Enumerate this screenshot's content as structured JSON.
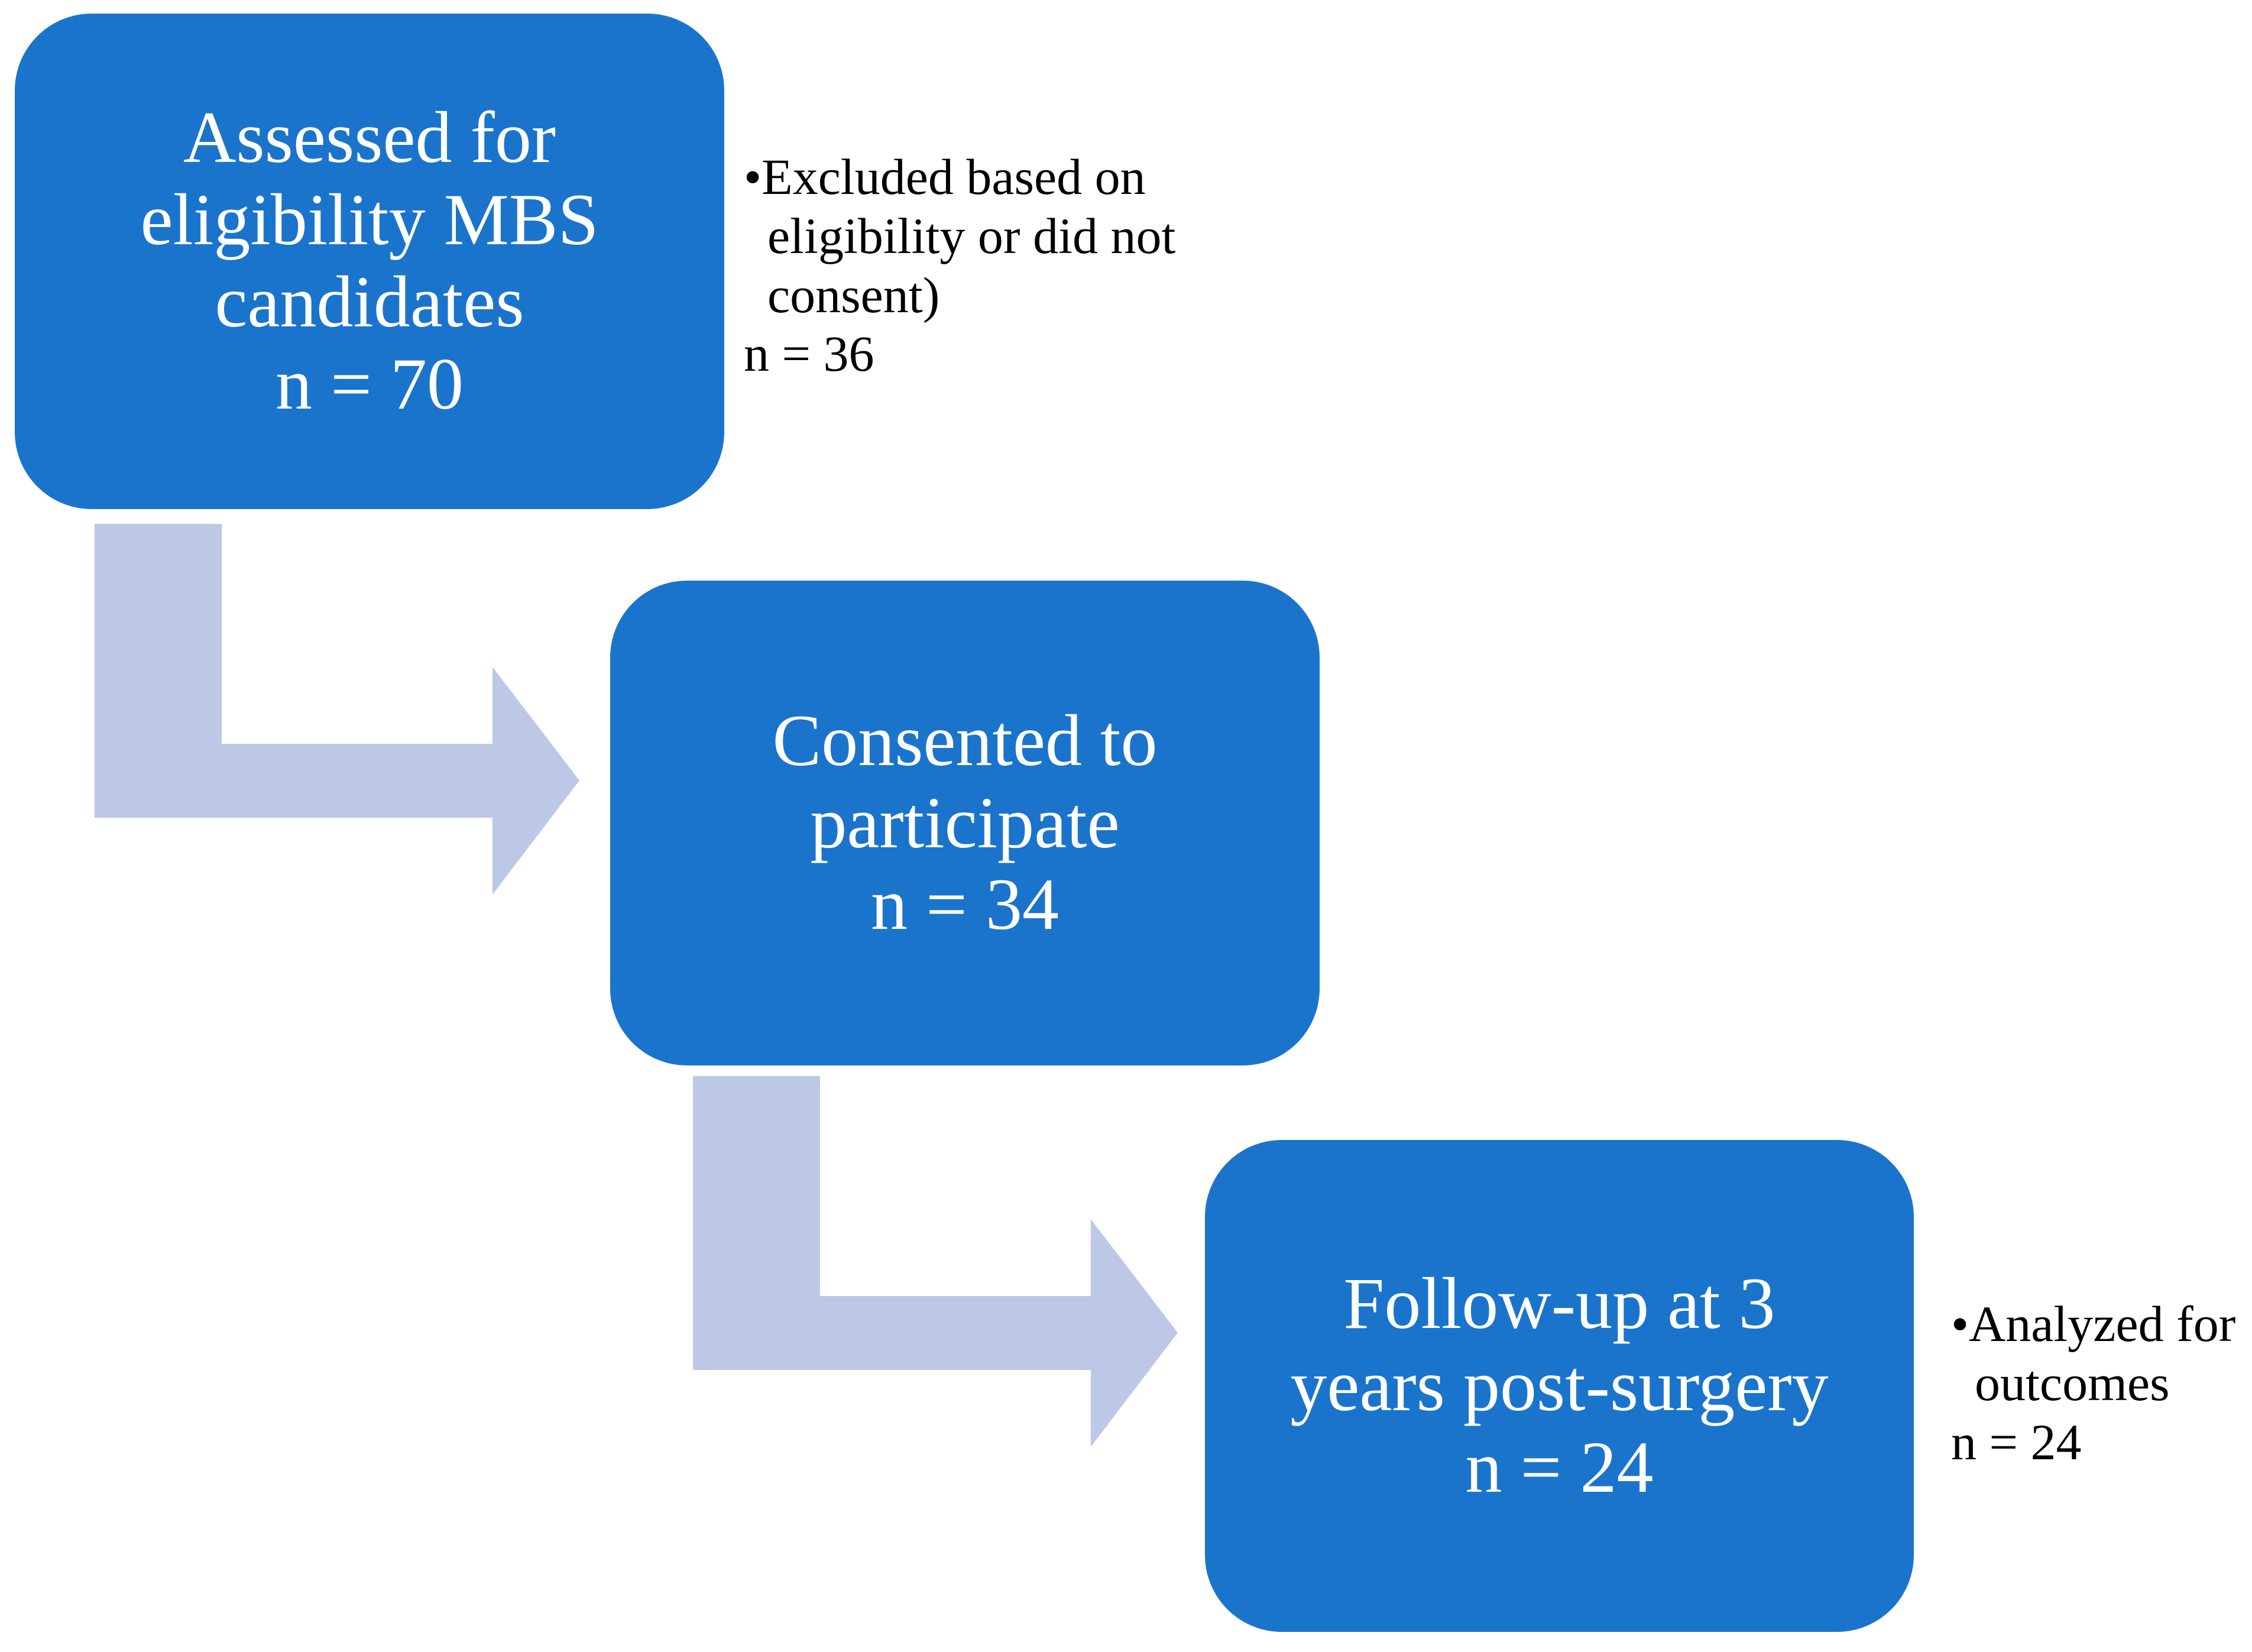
{
  "theme": {
    "box_fill": "#1B74CC",
    "box_text_color": "#FFFFFF",
    "arrow_fill": "#BCC8E6",
    "annotation_text_color": "#000000",
    "page_background": "#FFFFFF"
  },
  "diagram": {
    "type": "participant-flow-diagram",
    "boxes": [
      {
        "id": "assessed",
        "lines": [
          "Assessed for",
          "eligibility MBS",
          "candidates",
          "n = 70"
        ],
        "text": "Assessed for\neligibility MBS\ncandidates\nn = 70",
        "count_label": "n = 70",
        "count": 70
      },
      {
        "id": "consented",
        "lines": [
          "Consented to",
          "participate",
          "n = 34"
        ],
        "text": "Consented to\nparticipate\nn = 34",
        "count_label": "n = 34",
        "count": 34
      },
      {
        "id": "followup",
        "lines": [
          "Follow-up at 3",
          "years post-surgery",
          "n = 24"
        ],
        "text": "Follow-up at 3\nyears post-surgery\nn = 24",
        "count_label": "n = 24",
        "count": 24
      }
    ],
    "annotations": [
      {
        "id": "excluded",
        "bullet_line": "•Excluded based on eligibility or did not consent)",
        "count_label": "n = 36",
        "count": 36
      },
      {
        "id": "analyzed",
        "bullet_line": "•Analyzed for outcomes",
        "count_label": "n = 24",
        "count": 24
      }
    ],
    "arrows": [
      {
        "id": "arrow-assessed-to-consented",
        "shape": "bent-arrow-down-right"
      },
      {
        "id": "arrow-consented-to-followup",
        "shape": "bent-arrow-down-right"
      }
    ]
  }
}
